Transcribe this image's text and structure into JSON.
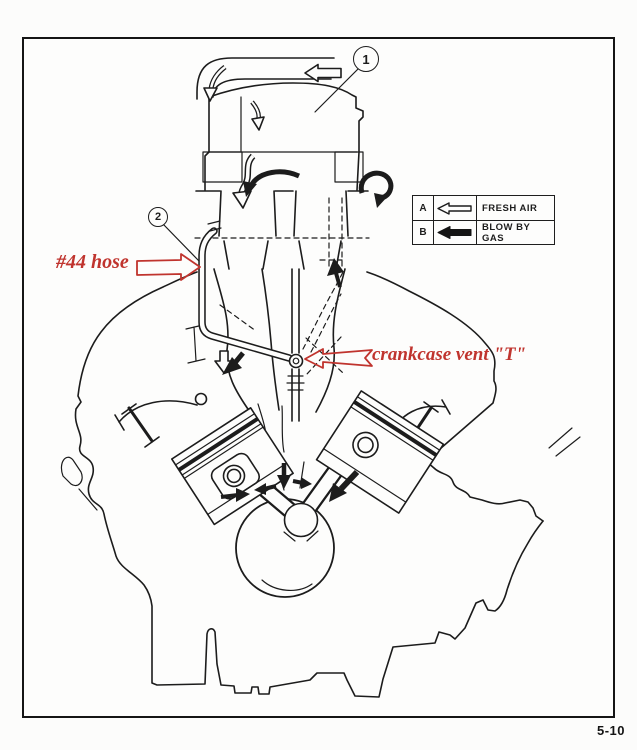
{
  "legend": {
    "rows": [
      {
        "key": "A",
        "label": "FRESH AIR"
      },
      {
        "key": "B",
        "label": "BLOW BY GAS"
      }
    ]
  },
  "callouts": {
    "hose_label": "#44 hose",
    "vent_t_label": "crankcase vent \"T\"",
    "balloon_1": "1",
    "balloon_2": "2"
  },
  "footer": {
    "page_number": "5-10"
  },
  "colors": {
    "line": "#1c1c1c",
    "annotation_red": "#c0342e",
    "paper": "#fcfcfb"
  }
}
